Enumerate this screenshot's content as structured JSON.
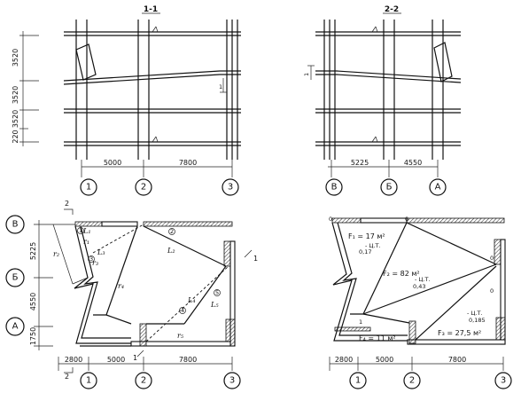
{
  "sections": {
    "left_title": "1-1",
    "right_title": "2-2"
  },
  "elevation_dims": [
    "3520",
    "3520",
    "3520",
    "220"
  ],
  "left_section_dims": [
    "5000",
    "7800"
  ],
  "right_section_dims": [
    "5225",
    "4550"
  ],
  "left_section_axes": [
    "1",
    "2",
    "3"
  ],
  "right_section_axes": [
    "В",
    "Б",
    "А"
  ],
  "plan": {
    "left_row_axes": [
      "В",
      "Б",
      "А"
    ],
    "left_row_dims": [
      "5225",
      "4550",
      "1750"
    ],
    "bottom_dims": [
      "2800",
      "5000",
      "7800"
    ],
    "col_axes": [
      "1",
      "2",
      "3"
    ],
    "cut_marks": [
      "2",
      "2",
      "1",
      "1"
    ],
    "left_labels": {
      "r1": "r₁",
      "r2": "r₂",
      "r3": "r₃",
      "r4": "r₄",
      "r5": "r₅",
      "L1": "L₁",
      "L2": "L₂",
      "L3": "L₃",
      "L4": "L₄",
      "L5": "L₅",
      "c1": "1",
      "c2": "2",
      "c3": "3",
      "c4": "4",
      "c5": "5"
    },
    "right_labels": {
      "F1": "F₁ = 17 м²",
      "F2": "F₂ = 82 м²",
      "F3": "F₃ = 27,5 м²",
      "F4": "F₄ = 11 м²",
      "ct1": "- Ц.Т.",
      "v1": "0,17",
      "ct2": "- Ц.Т.",
      "v2": "0,43",
      "ct3": "- Ц.Т.",
      "v3": "0,185",
      "z1": "0",
      "z2": "0",
      "z3": "0",
      "z4": "0",
      "one": "1"
    },
    "small_dim": "1"
  },
  "right_small_dim": "1"
}
